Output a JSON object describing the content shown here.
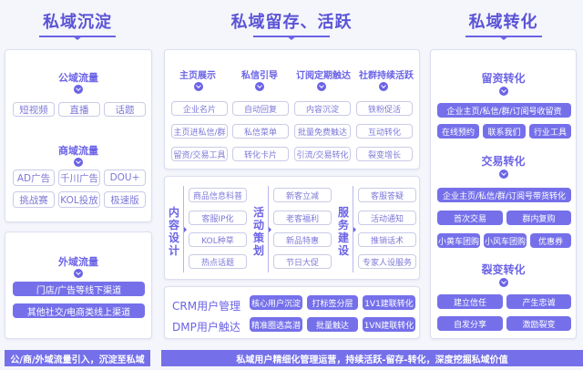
{
  "columns": {
    "left": {
      "title": "私域沉淀",
      "public_domain": {
        "title": "公域流量",
        "tags": [
          "短视频",
          "直播",
          "话题"
        ]
      },
      "commercial_domain": {
        "title": "商域流量",
        "tags": [
          "AD广告",
          "千川广告",
          "DOU+",
          "挑战赛",
          "KOL投放",
          "极速版"
        ]
      },
      "external_domain": {
        "title": "外域流量",
        "channels": [
          "门店/广告等线下渠道",
          "其他社交/电商类线上渠道"
        ]
      },
      "footer": "公/商/外域流量引入，沉淀至私域"
    },
    "middle": {
      "title": "私域留存、活跃",
      "categories": [
        {
          "title": "主页展示",
          "tags": [
            "企业名片",
            "主页进私信/群",
            "留资/交易工具"
          ]
        },
        {
          "title": "私信引导",
          "tags": [
            "自动回复",
            "私信菜单",
            "转化卡片"
          ]
        },
        {
          "title": "订阅定期触达",
          "tags": [
            "内容沉淀",
            "批量免费触达",
            "引流/交易转化"
          ]
        },
        {
          "title": "社群持续活跃",
          "tags": [
            "铁粉促活",
            "互动转化",
            "裂变增长"
          ]
        }
      ],
      "design_groups": [
        {
          "label": "内容设计",
          "tags": [
            "商品信息科普",
            "客服IP化",
            "KOL种草",
            "热点话题"
          ]
        },
        {
          "label": "活动策划",
          "tags": [
            "新客立减",
            "老客福利",
            "新品特惠",
            "节日大促"
          ]
        },
        {
          "label": "服务建设",
          "tags": [
            "客服答疑",
            "活动通知",
            "推销话术",
            "专家人设服务"
          ]
        }
      ],
      "user_management": [
        {
          "label": "CRM用户管理",
          "tags": [
            "核心用户沉淀",
            "打标签分层",
            "1V1建联转化"
          ]
        },
        {
          "label": "DMP用户触达",
          "tags": [
            "精准圈选高潜",
            "批量触达",
            "1VN建联转化"
          ]
        }
      ],
      "footer": "私域用户精细化管理运营，持续活跃-留存-转化，深度挖掘私域价值"
    },
    "right": {
      "title": "私域转化",
      "lead_conversion": {
        "title": "留资转化",
        "wide": "企业主页/私信/群/订阅号收留资",
        "tags": [
          "在线预约",
          "联系我们",
          "行业工具"
        ]
      },
      "trade_conversion": {
        "title": "交易转化",
        "wide": "企业主页/私信/群/订阅号带货转化",
        "row2": [
          "首次交易",
          "群内复购"
        ],
        "row3": [
          "小黄车团购",
          "小风车团购",
          "优惠券"
        ]
      },
      "fission_conversion": {
        "title": "裂变转化",
        "row1": [
          "建立信任",
          "产生忠诚"
        ],
        "row2": [
          "自发分享",
          "激励裂变"
        ]
      }
    }
  },
  "colors": {
    "accent": "#6b63e6",
    "fill": "#7570ea",
    "border": "#c9cbe6",
    "background": "#f4f6fb"
  }
}
